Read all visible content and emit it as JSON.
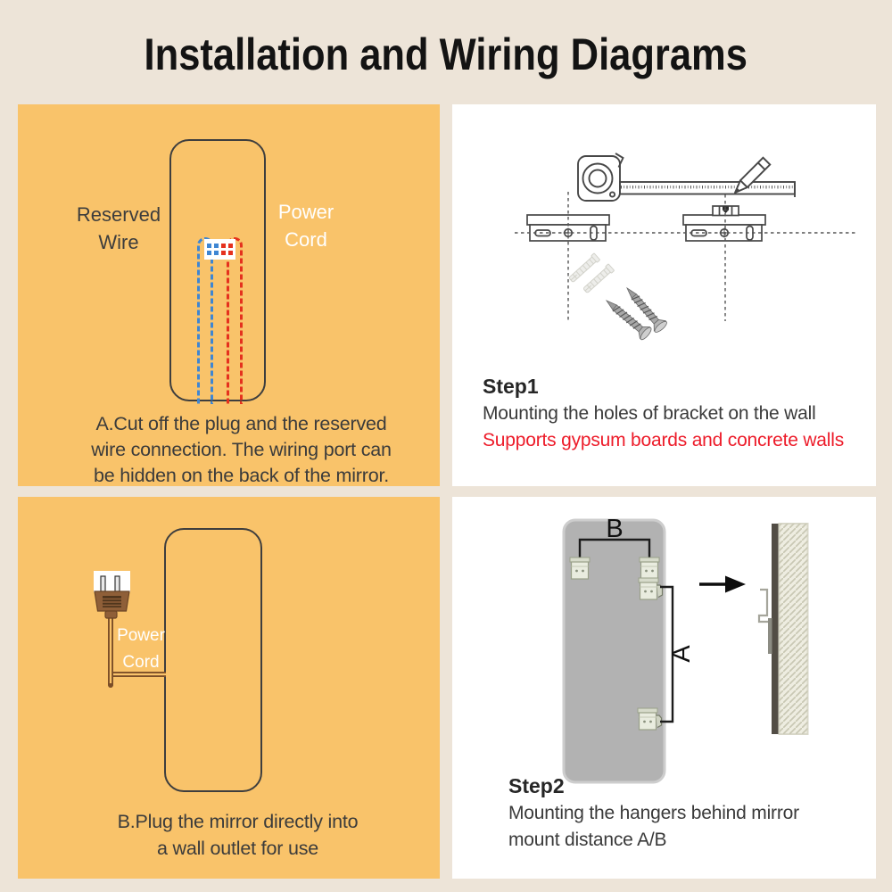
{
  "title": "Installation and Wiring Diagrams",
  "colors": {
    "background": "#EDE4D8",
    "panel_orange": "#F9C36A",
    "panel_white": "#FFFFFF",
    "accent_red_text": "#ED1C2A",
    "reserved_wire_blue": "#3E86D3",
    "power_cord_red": "#E5311E",
    "body_text": "#3B3B3B",
    "mirror_back_gray": "#B2B2B2"
  },
  "panel_cut_plug": {
    "reserved_wire_label": [
      "Reserved",
      "Wire"
    ],
    "power_cord_label": [
      "Power",
      "Cord"
    ],
    "caption": [
      "A.Cut off the plug and the reserved",
      "wire connection. The wiring port can",
      "be hidden on the back of the mirror."
    ]
  },
  "panel_step1": {
    "heading": "Step1",
    "description": "Mounting the holes of bracket on the wall",
    "note_red": "Supports gypsum boards and concrete walls"
  },
  "panel_plug_in": {
    "power_cord_label": [
      "Power",
      "Cord"
    ],
    "caption": [
      "B.Plug the mirror directly into",
      "a wall outlet for use"
    ]
  },
  "panel_step2": {
    "heading": "Step2",
    "description": [
      "Mounting the hangers behind mirror",
      "mount distance A/B"
    ],
    "dim_b": "B",
    "dim_a": "A"
  }
}
